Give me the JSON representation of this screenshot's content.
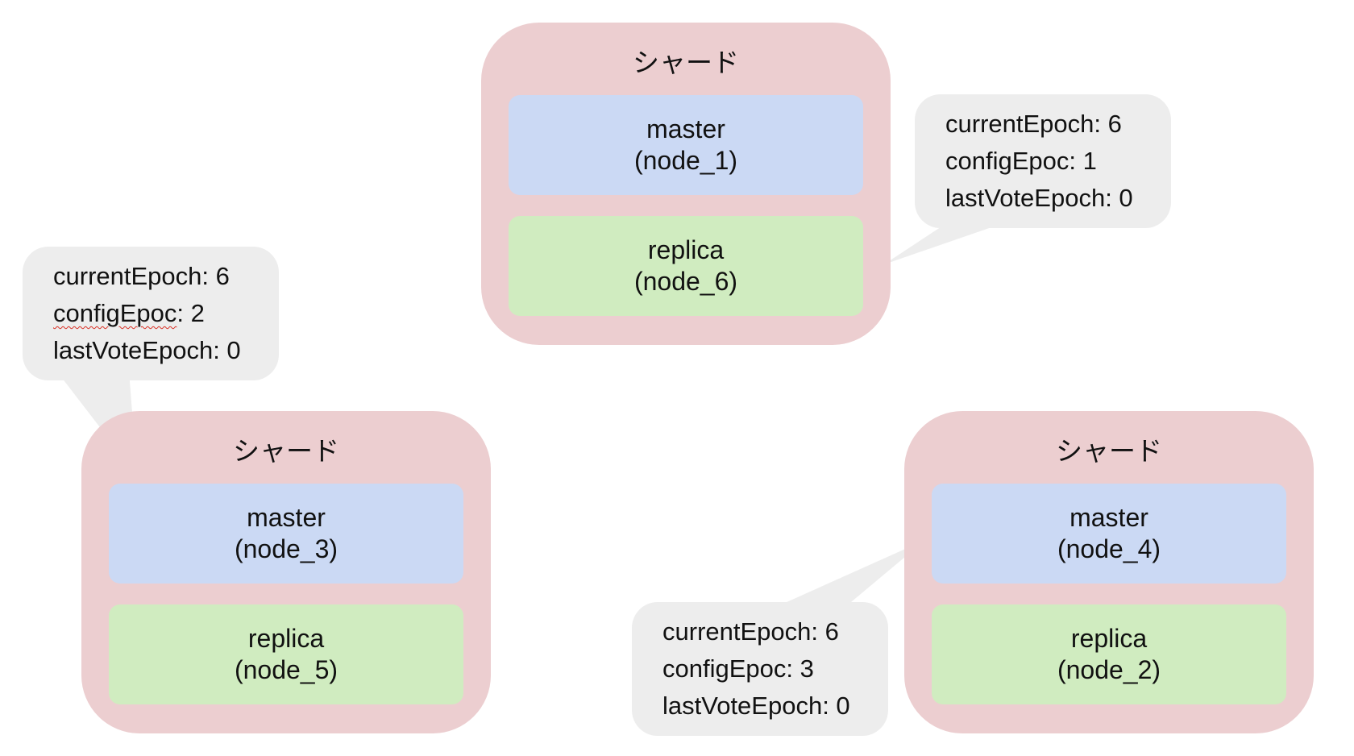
{
  "colors": {
    "shard_bg": "#ecced0",
    "master_bg": "#cbd9f4",
    "replica_bg": "#d0ecc0",
    "callout_bg": "#ededed",
    "text": "#111111",
    "spellcheck_underline": "#d93025"
  },
  "shards": [
    {
      "title": "シャード",
      "master": {
        "role": "master",
        "node": "(node_1)"
      },
      "replica": {
        "role": "replica",
        "node": "(node_6)"
      }
    },
    {
      "title": "シャード",
      "master": {
        "role": "master",
        "node": "(node_3)"
      },
      "replica": {
        "role": "replica",
        "node": "(node_5)"
      }
    },
    {
      "title": "シャード",
      "master": {
        "role": "master",
        "node": "(node_4)"
      },
      "replica": {
        "role": "replica",
        "node": "(node_2)"
      }
    }
  ],
  "callouts": [
    {
      "current_epoch": "currentEpoch: 6",
      "config_epoch_key": "configEpoc",
      "config_epoch_value": ": 1",
      "last_vote_epoch": "lastVoteEpoch: 0"
    },
    {
      "current_epoch": "currentEpoch: 6",
      "config_epoch_key": "configEpoc",
      "config_epoch_value": ": 2",
      "last_vote_epoch": "lastVoteEpoch: 0"
    },
    {
      "current_epoch": "currentEpoch: 6",
      "config_epoch_key": "configEpoc",
      "config_epoch_value": ": 3",
      "last_vote_epoch": "lastVoteEpoch: 0"
    }
  ]
}
